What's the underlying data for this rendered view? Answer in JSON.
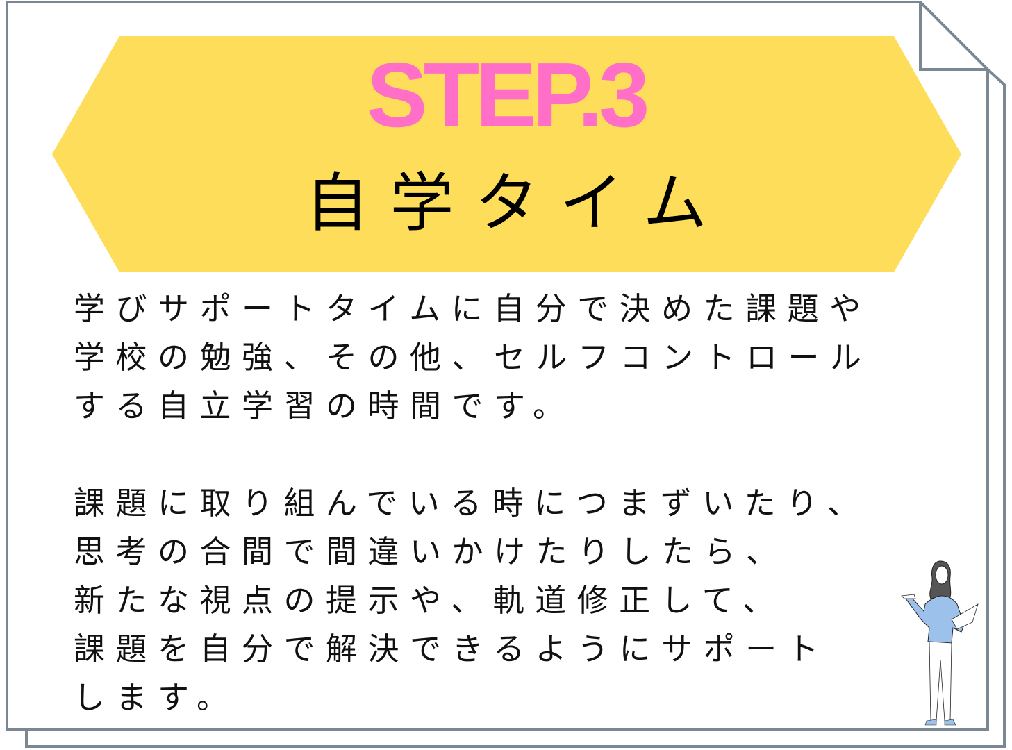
{
  "colors": {
    "banner": "#FEDD5A",
    "step": "#FF6EC7",
    "frame": "#7B8792",
    "jacket": "#9CC2EC"
  },
  "header": {
    "step": "STEP.3",
    "title": "自学タイム"
  },
  "body": {
    "paragraph1": [
      "学びサポートタイムに自分で決めた課題や",
      "学校の勉強、その他、セルフコントロール",
      "する自立学習の時間です。"
    ],
    "paragraph2": [
      "課題に取り組んでいる時につまずいたり、",
      "思考の合間で間違いかけたりしたら、",
      "新たな視点の提示や、軌道修正して、",
      "課題を自分で解決できるようにサポート",
      "します。"
    ]
  }
}
